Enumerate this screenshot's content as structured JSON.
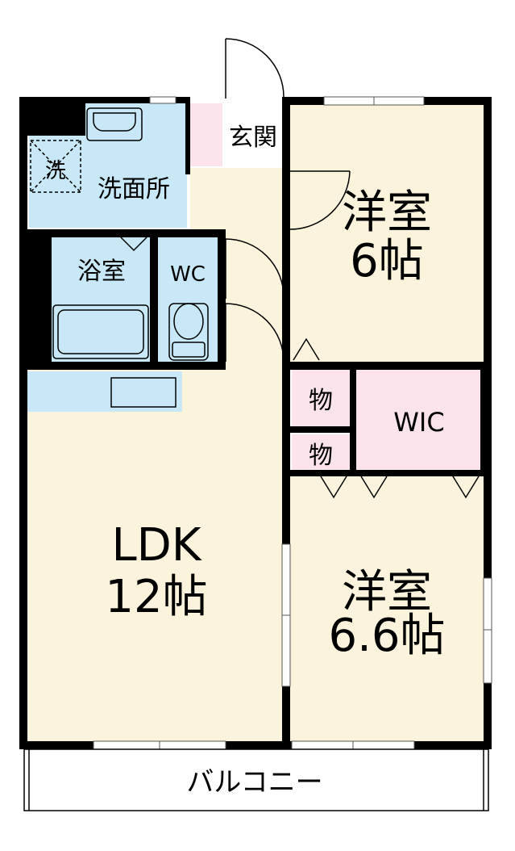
{
  "rooms": {
    "genkan": "玄関",
    "senmenjo": "洗面所",
    "sentaku": "洗",
    "yokushitsu": "浴室",
    "wc": "WC",
    "yoshitsu1_name": "洋室",
    "yoshitsu1_size": "6帖",
    "ldk_name": "LDK",
    "ldk_size": "12帖",
    "mono1": "物",
    "mono2": "物",
    "wic": "WIC",
    "yoshitsu2_name": "洋室",
    "yoshitsu2_size": "6.6帖",
    "balcony": "バルコニー"
  },
  "colors": {
    "floor": "#fbf3dc",
    "wet_area": "#c8e7f7",
    "storage": "#fbe3ec",
    "wall": "#000000"
  }
}
